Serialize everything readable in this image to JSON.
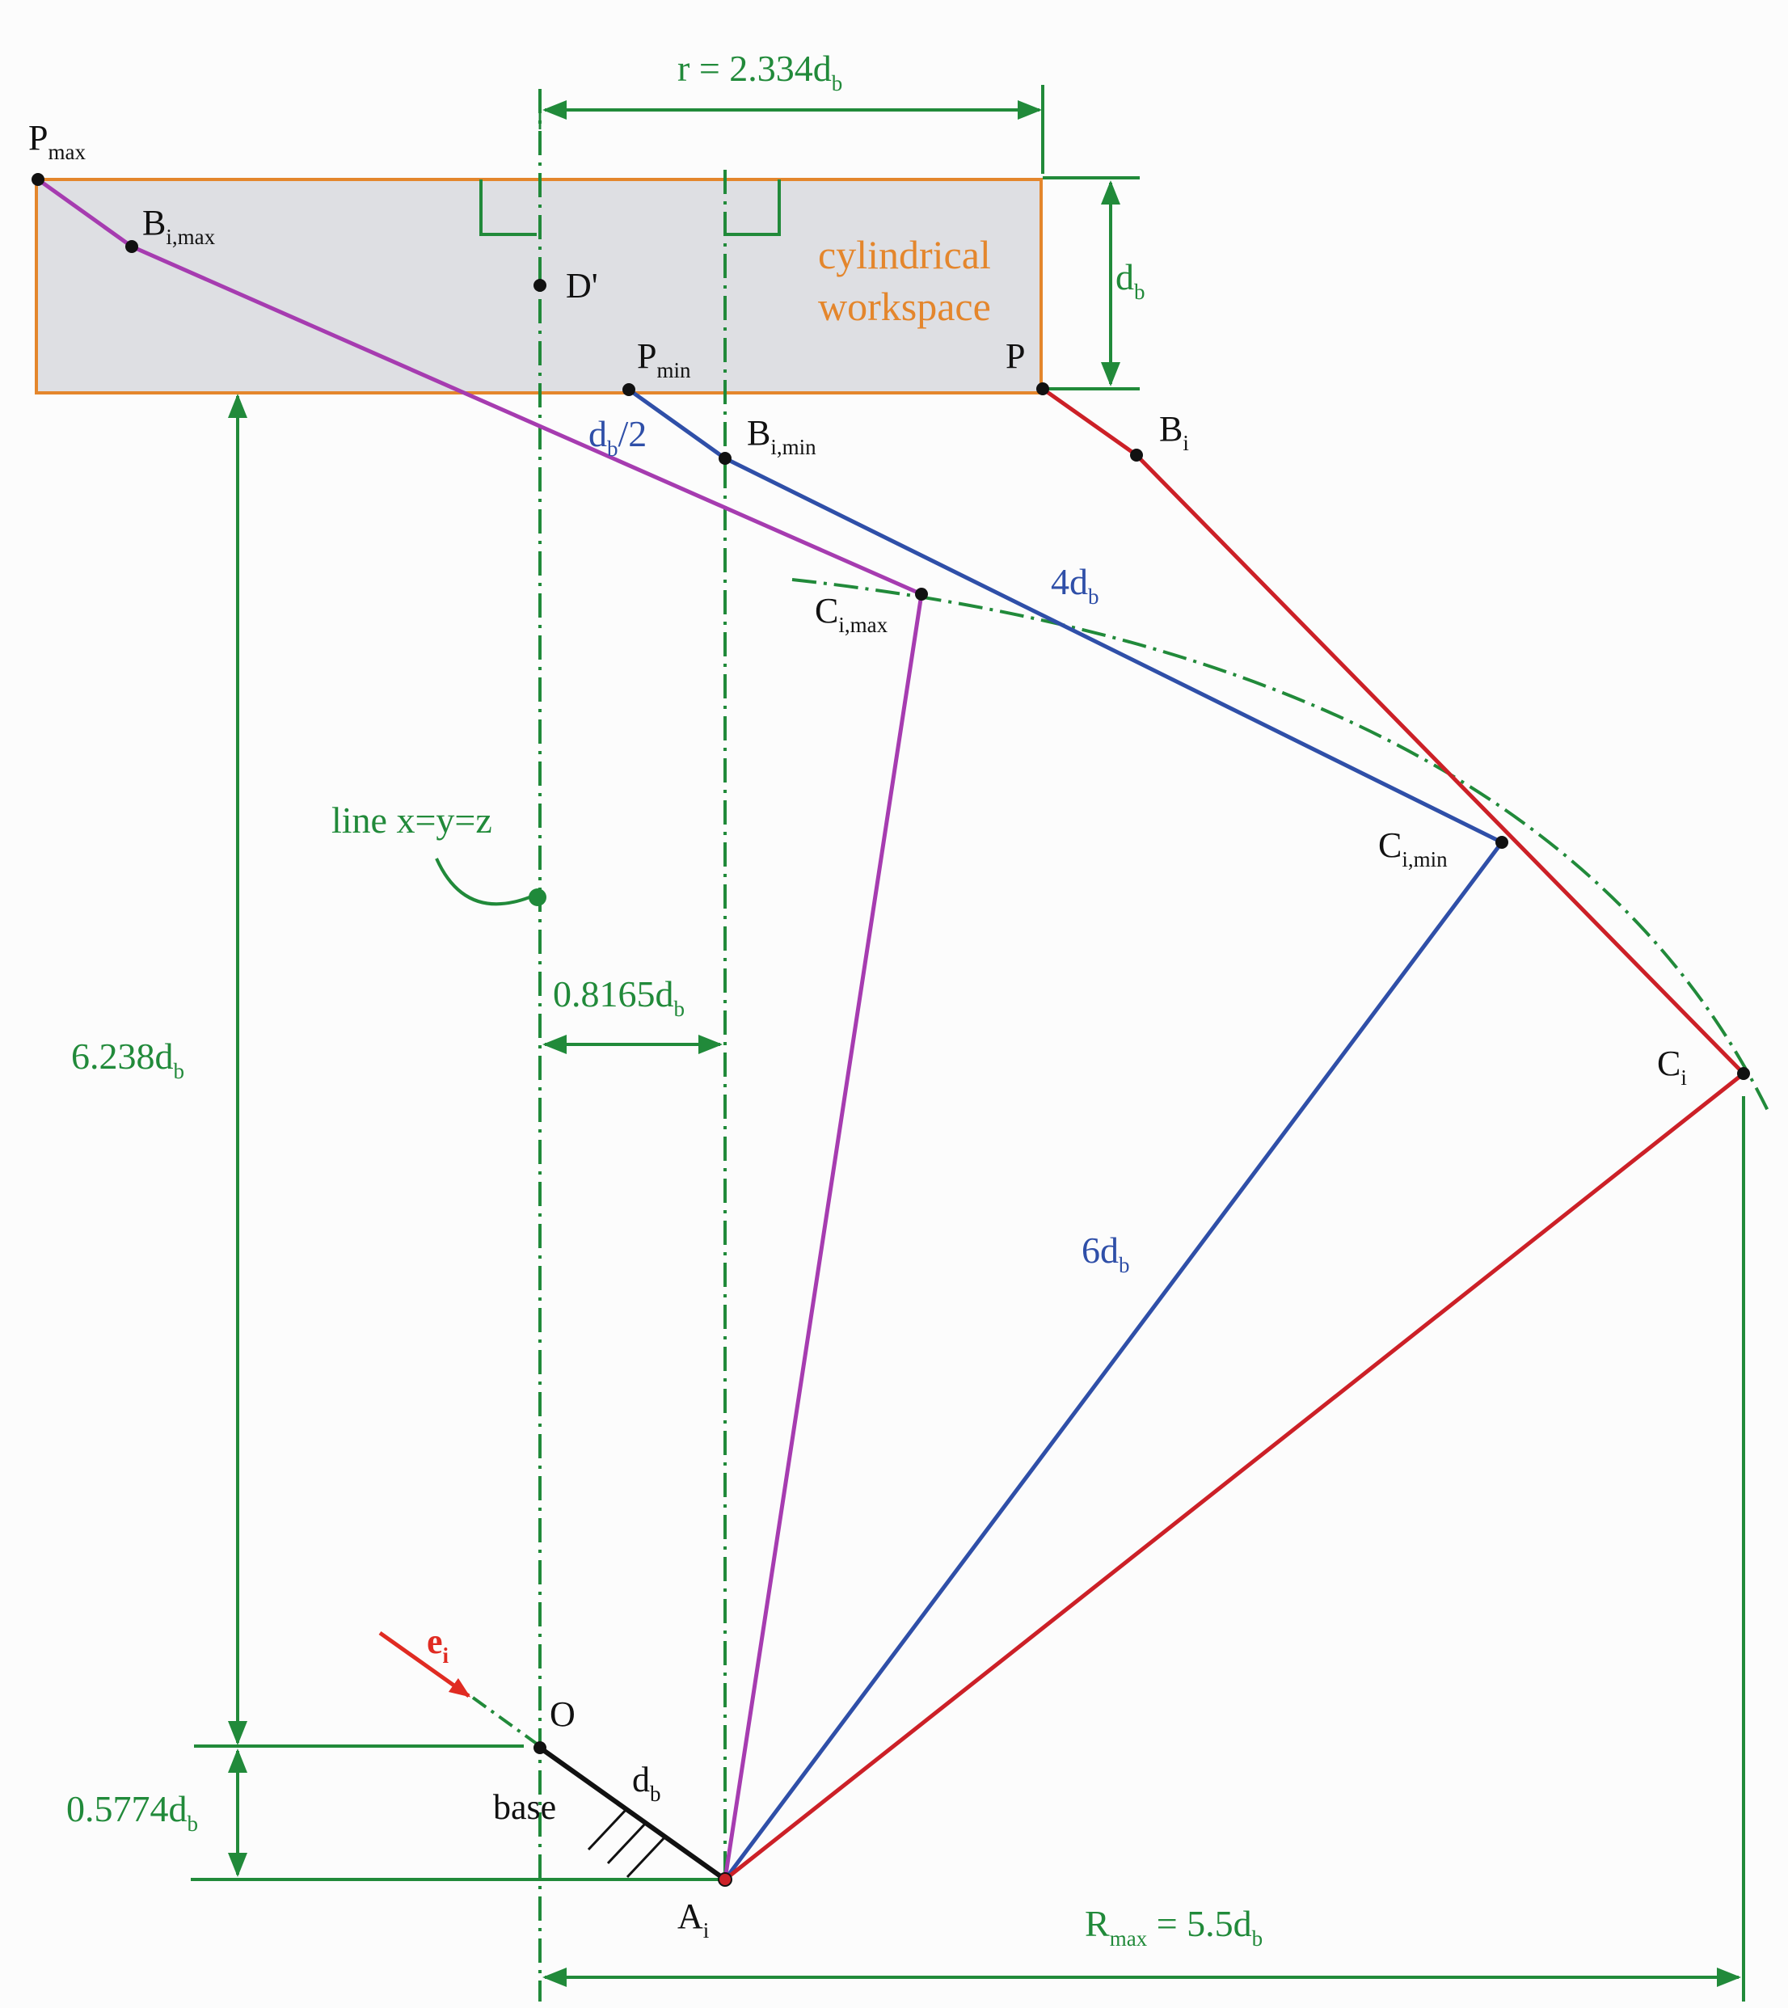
{
  "points": {
    "p_max": {
      "base": "P",
      "sub": "max"
    },
    "b_imax": {
      "base": "B",
      "sub": "i,max"
    },
    "d_prime": {
      "base": "D'"
    },
    "p_min": {
      "base": "P",
      "sub": "min"
    },
    "b_imin": {
      "base": "B",
      "sub": "i,min"
    },
    "p": {
      "base": "P"
    },
    "b_i": {
      "base": "B",
      "sub": "i"
    },
    "c_imax": {
      "base": "C",
      "sub": "i,max"
    },
    "c_imin": {
      "base": "C",
      "sub": "i,min"
    },
    "c_i": {
      "base": "C",
      "sub": "i"
    },
    "o": {
      "base": "O"
    },
    "a_i": {
      "base": "A",
      "sub": "i"
    }
  },
  "workspace": {
    "line1": "cylindrical",
    "line2": "workspace"
  },
  "dimensions": {
    "r": {
      "pre": "r = 2.334d",
      "sub": "b"
    },
    "height_db": {
      "pre": "d",
      "sub": "b"
    },
    "half_db": {
      "pre": "d",
      "sub": "b",
      "post": "/2"
    },
    "four_db": {
      "pre": "4d",
      "sub": "b"
    },
    "six_db": {
      "pre": "6d",
      "sub": "b"
    },
    "offset": {
      "pre": "0.8165d",
      "sub": "b"
    },
    "total_height": {
      "pre": "6.238d",
      "sub": "b"
    },
    "base_height": {
      "pre": "0.5774d",
      "sub": "b"
    },
    "base_link": {
      "pre": "d",
      "sub": "b"
    },
    "r_max": {
      "pre": "R",
      "sub": "max",
      "post": " = 5.5d",
      "sub2": "b"
    }
  },
  "annotations": {
    "axis_line": "line x=y=z",
    "base": "base",
    "e_vector": {
      "base": "e",
      "sub": "i"
    }
  },
  "colors": {
    "green": "#218a3a",
    "blue": "#2f4fa8",
    "purple": "#a63cb0",
    "red": "#cc2027",
    "orange": "#e4862c",
    "workspace_fill": "#dedfe3"
  }
}
